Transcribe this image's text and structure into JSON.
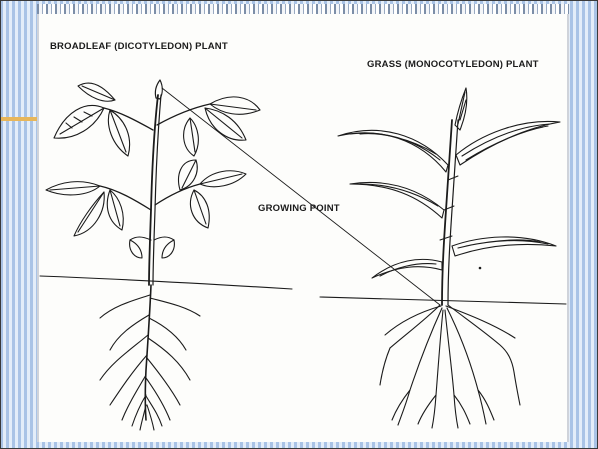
{
  "labels": {
    "broadleaf": "BROADLEAF (DICOTYLEDON) PLANT",
    "grass": "GRASS (MONOCOTYLEDON) PLANT",
    "growing_point": "GROWING POINT"
  },
  "colors": {
    "ink": "#1b1b1b",
    "paper": "#fdfdfb",
    "border_blue": "#a9c3e6",
    "border_accent": "#e7b65a"
  },
  "icons": {
    "broadleaf": "dicot-plant-drawing",
    "grass": "monocot-plant-drawing"
  }
}
